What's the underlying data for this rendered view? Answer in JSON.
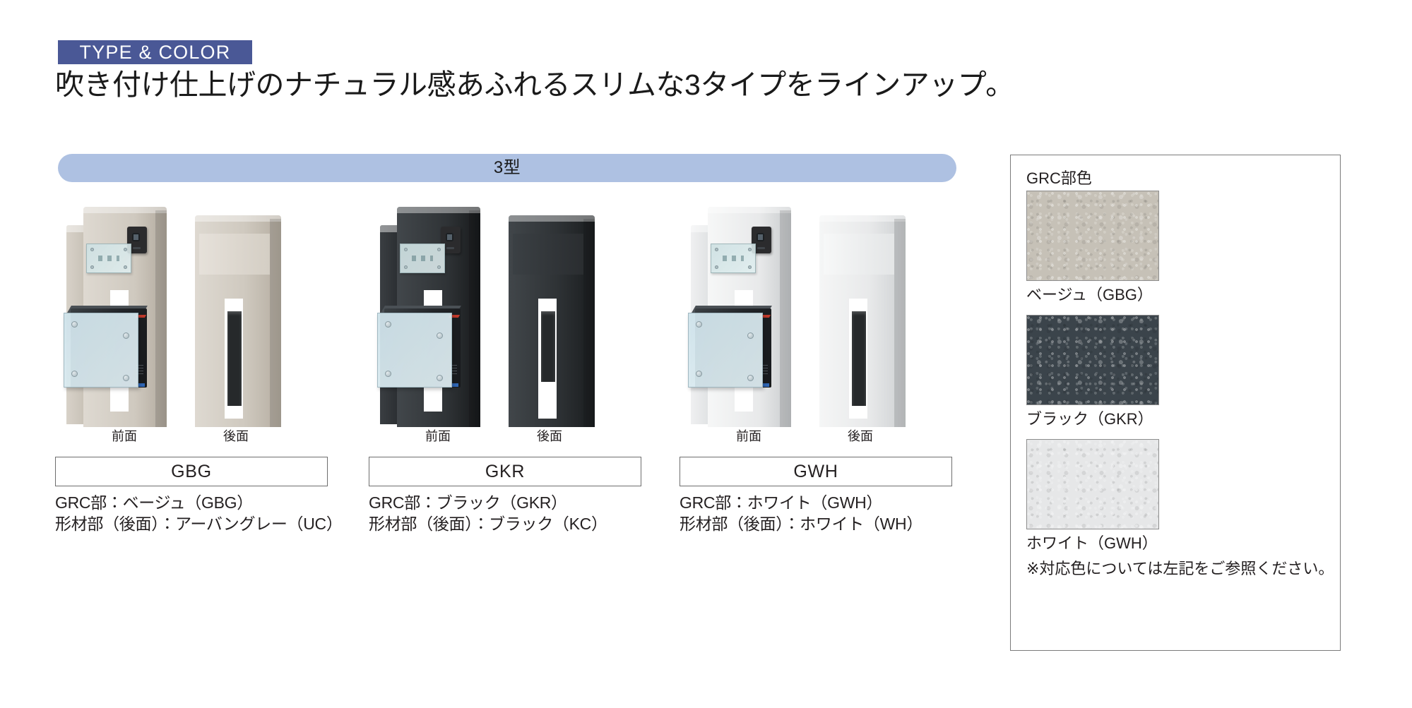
{
  "header": {
    "section_tag": "TYPE & COLOR",
    "headline": "吹き付け仕上げのナチュラル感あふれるスリムな3タイプをラインアップ。"
  },
  "type_banner": {
    "label": "3型"
  },
  "view_captions": {
    "front": "前面",
    "back": "後面"
  },
  "products": [
    {
      "code": "GBG",
      "grc_spec": "GRC部：ベージュ（GBG）",
      "frame_spec": "形材部（後面）：アーバングレー（UC）",
      "body_color": "#cfc9bf",
      "body_color_dark": "#a49c90",
      "body_color_light": "#ded9d1"
    },
    {
      "code": "GKR",
      "grc_spec": "GRC部：ブラック（GKR）",
      "frame_spec": "形材部（後面）：ブラック（KC）",
      "body_color": "#2f3336",
      "body_color_dark": "#1b1e20",
      "body_color_light": "#4a5055"
    },
    {
      "code": "GWH",
      "grc_spec": "GRC部：ホワイト（GWH）",
      "frame_spec": "形材部（後面）：ホワイト（WH）",
      "body_color": "#e8e9ea",
      "body_color_dark": "#c2c5c7",
      "body_color_light": "#f6f7f7"
    }
  ],
  "color_panel": {
    "title": "GRC部色",
    "swatches": [
      {
        "label": "ベージュ（GBG）",
        "color": "#c6c1b7"
      },
      {
        "label": "ブラック（GKR）",
        "color": "#3b444b"
      },
      {
        "label": "ホワイト（GWH）",
        "color": "#e6e7e8"
      }
    ],
    "note": "※対応色については左記をご参照ください。"
  },
  "colors": {
    "tag_background": "#4a5896",
    "banner_background": "#aec1e2",
    "text": "#231f20",
    "box_border": "#6e6e6e",
    "panel_border": "#7b7b7b"
  }
}
